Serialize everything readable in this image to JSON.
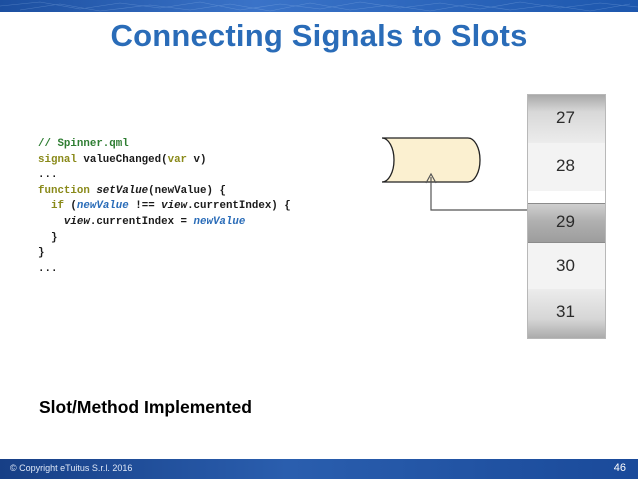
{
  "title": "Connecting Signals to Slots",
  "code_lines": [
    [
      {
        "t": "// Spinner.qml",
        "c": "cm"
      }
    ],
    [
      {
        "t": "signal ",
        "c": "kw"
      },
      {
        "t": "valueChanged(",
        "c": ""
      },
      {
        "t": "var",
        "c": "kw"
      },
      {
        "t": " v)",
        "c": ""
      }
    ],
    [
      {
        "t": "...",
        "c": ""
      }
    ],
    [
      {
        "t": "function ",
        "c": "kw"
      },
      {
        "t": "setValue",
        "c": "fn"
      },
      {
        "t": "(newValue) {",
        "c": ""
      }
    ],
    [
      {
        "t": "  ",
        "c": ""
      },
      {
        "t": "if",
        "c": "kw"
      },
      {
        "t": " (",
        "c": ""
      },
      {
        "t": "newValue",
        "c": "prm"
      },
      {
        "t": " !== ",
        "c": ""
      },
      {
        "t": "view",
        "c": "obj"
      },
      {
        "t": ".currentIndex) {",
        "c": ""
      }
    ],
    [
      {
        "t": "    ",
        "c": ""
      },
      {
        "t": "view",
        "c": "obj"
      },
      {
        "t": ".currentIndex = ",
        "c": ""
      },
      {
        "t": "newValue",
        "c": "prm"
      }
    ],
    [
      {
        "t": "  }",
        "c": ""
      }
    ],
    [
      {
        "t": "}",
        "c": ""
      }
    ],
    [
      {
        "t": "...",
        "c": ""
      }
    ]
  ],
  "spinner": {
    "values": [
      "27",
      "28",
      "29",
      "30",
      "31"
    ],
    "selected": "29"
  },
  "subtitle": "Slot/Method Implemented",
  "footer": {
    "copyright": "© Copyright eTuitus S.r.l. 2016",
    "page_number": "46"
  },
  "colors": {
    "title": "#2a6cb8",
    "slot_fill": "#fbf0d0",
    "banner": "#1c4fa0"
  }
}
